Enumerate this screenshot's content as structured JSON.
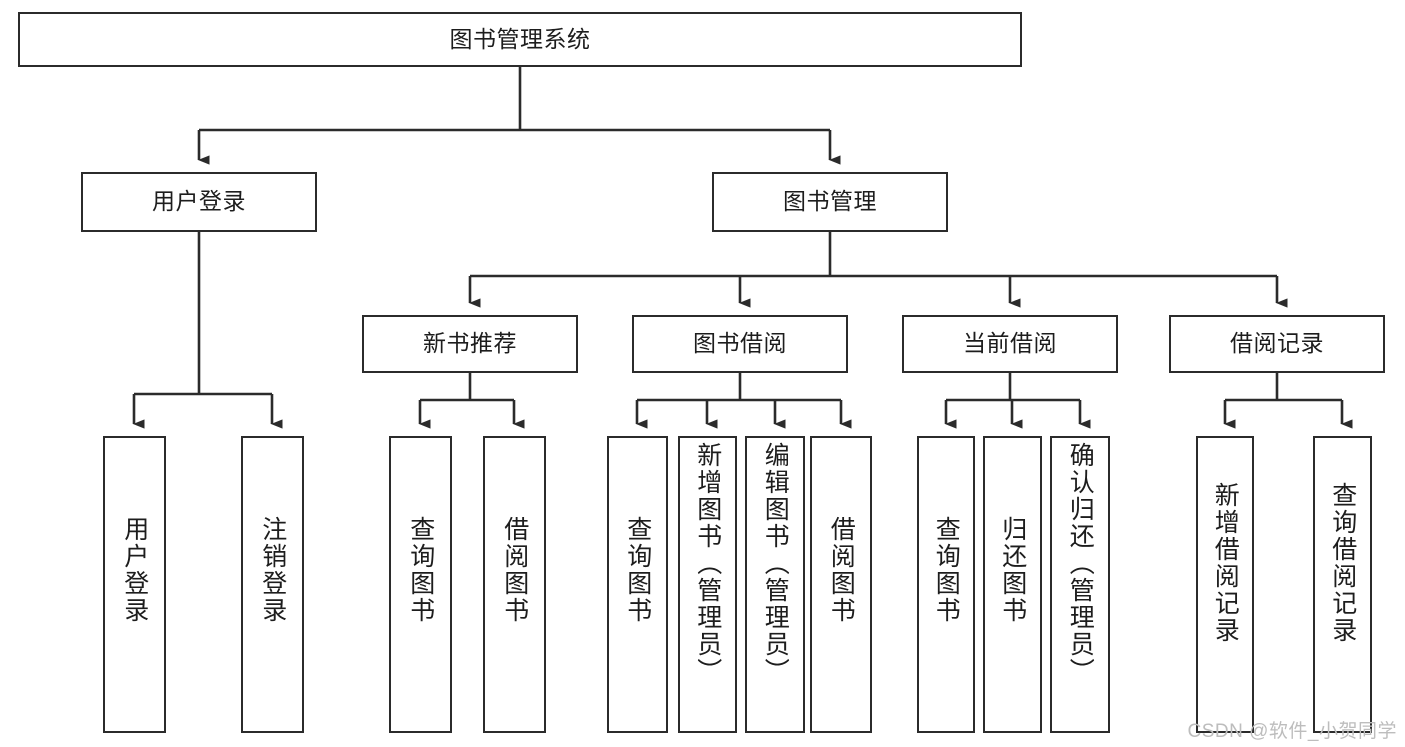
{
  "diagram": {
    "title": "图书管理系统",
    "type": "hierarchy-tree",
    "colors": {
      "stroke": "#2b2b2b",
      "fill": "#ffffff",
      "text": "#1d1d1d",
      "watermark": "#bdbdbd"
    },
    "root": {
      "label": "图书管理系统"
    },
    "level2": [
      {
        "label": "用户登录"
      },
      {
        "label": "图书管理"
      }
    ],
    "level3": [
      {
        "label": "新书推荐"
      },
      {
        "label": "图书借阅"
      },
      {
        "label": "当前借阅"
      },
      {
        "label": "借阅记录"
      }
    ],
    "leaves": {
      "user_login": [
        {
          "label": "用户登录"
        },
        {
          "label": "注销登录"
        }
      ],
      "new_book": [
        {
          "label": "查询图书"
        },
        {
          "label": "借阅图书"
        }
      ],
      "borrow": [
        {
          "label": "查询图书"
        },
        {
          "label": "新增图书（管理员）"
        },
        {
          "label": "编辑图书（管理员）"
        },
        {
          "label": "借阅图书"
        }
      ],
      "current": [
        {
          "label": "查询图书"
        },
        {
          "label": "归还图书"
        },
        {
          "label": "确认归还（管理员）"
        }
      ],
      "records": [
        {
          "label": "新增借阅记录"
        },
        {
          "label": "查询借阅记录"
        }
      ]
    }
  },
  "watermark": {
    "text": "CSDN @软件_小贺同学"
  }
}
